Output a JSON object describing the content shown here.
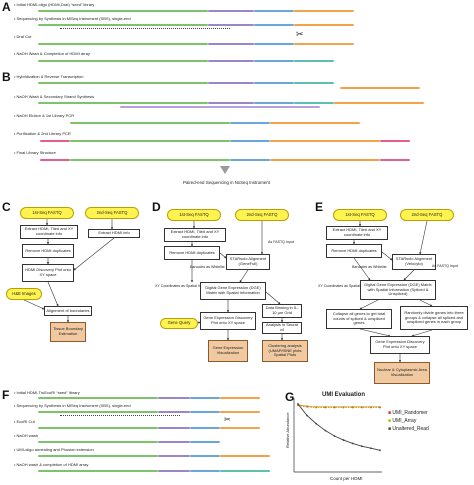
{
  "panels": {
    "A": {
      "letter": "A",
      "steps": [
        "Initial HDMI-oligo (HDMI-DraI) “seed” library",
        "Sequencing by Synthesis in MiSeq Instrument (SBS), single-end",
        "DraI Cut",
        "NaOH Wash & Completion of HDMI array"
      ]
    },
    "B": {
      "letter": "B",
      "steps": [
        "Hybridization & Reverse Transcription",
        "NaOH Wash & Secondary Strand Synthesis",
        "NaOH Elution & 1st Library PCR",
        "Purification & 2nd Library PCR",
        "Final Library Structure"
      ],
      "footer": "Paired-end Sequencing in NxSeq Instrument"
    },
    "C": {
      "letter": "C",
      "fastq1": "1st-Seq FASTQ",
      "fastq2": "2nd-Seq FASTQ",
      "extract_left": "Extract HDMI, Tile# and XY coordinate info",
      "extract_right": "Extract HDMI info",
      "remove_dup": "Remove HDMI duplicates",
      "discovery": "HDMI Discovery Plot onto XY space",
      "he_images": "H&E Images",
      "alignment": "Alignment of boundaries",
      "estimation": "Tissue Boundary Estimation"
    },
    "D": {
      "letter": "D",
      "fastq1": "1st-Seq FASTQ",
      "fastq2": "2nd-Seq FASTQ",
      "extract_left": "Extract HDMI, Tile# and XY coordinate info",
      "remove_dup": "Remove HDMI duplicates",
      "starsolo": "STARsolo Alignment (GeneFull)",
      "barcodes_lbl": "Barcodes as Whitelist",
      "as_fastq_lbl": "As FASTQ Input",
      "xy_lbl": "XY Coordinates as Spatial Information",
      "dge": "Digital Gene Expression (DGE) Matrix with Spatial Information",
      "binning": "Data Binning in 5–10 µm Grid",
      "seurat": "Analysis in Seurat v4",
      "gene_query": "Gene Query",
      "gene_plot": "Gene Expression Discovery Plot onto XY space",
      "clustering": "Clustering analysis (UMAP/tSNE plots Spatial Plots",
      "visualization": "Gene Expression Visualization"
    },
    "E": {
      "letter": "E",
      "fastq1": "1st-Seq FASTQ",
      "fastq2": "2nd-Seq FASTQ",
      "extract_left": "Extract HDMI, Tile# and XY coordinate info",
      "remove_dup": "Remove HDMI duplicates",
      "starsolo": "STARsolo Alignment (Velocyto)",
      "barcodes_lbl": "Barcodes as Whitelist",
      "as_fastq_lbl": "As FASTQ Input",
      "xy_lbl": "XY Coordinates as Spatial Information",
      "dge": "Digital Gene Expression (DGE) Matrix with Spatial Information (Spliced & Unspliced)",
      "collapse": "Collapse all genes to get total counts of spliced & unspliced genes",
      "randomly": "Randomly divide genes into three groups & collapse all spliced and unspliced genes in each group",
      "gene_plot": "Gene Expression Discovery Plot onto XY space",
      "visualization": "Nuclear & Cytoplasmic Area Visualization"
    },
    "F": {
      "letter": "F",
      "steps": [
        "Initial HDMI-TruEcoRI “seed” library",
        "Sequencing by Synthesis in MiSeq Instrument (SBS), single-end",
        "EcoRI Cut",
        "NaOH wash",
        "UMI-oligo annealing and Phusion extension",
        "NaOH wash & completion of HDMI array"
      ]
    },
    "G": {
      "letter": "G",
      "chart_data": {
        "type": "line",
        "title": "UMI Evaluation",
        "xlabel": "Count per HDMI",
        "ylabel": "Relative Abundance",
        "series": [
          {
            "name": "UMI_Randomer",
            "color": "#d62728",
            "values": [
              0.95,
              0.93,
              0.92,
              0.92,
              0.92,
              0.92,
              0.92,
              0.92,
              0.92,
              0.92
            ]
          },
          {
            "name": "UMI_Array",
            "color": "#b8b800",
            "values": [
              0.96,
              0.94,
              0.93,
              0.93,
              0.93,
              0.93,
              0.93,
              0.93,
              0.93,
              0.93
            ]
          },
          {
            "name": "Unaltered_Read",
            "color": "#404040",
            "values": [
              0.97,
              0.8,
              0.68,
              0.58,
              0.5,
              0.44,
              0.39,
              0.35,
              0.32,
              0.29
            ]
          }
        ]
      }
    }
  },
  "colors": {
    "yellow": "#fff44f",
    "orange": "#f1c9a0",
    "strip_green": "#7cc36b",
    "strip_purple": "#9a86c8",
    "strip_blue": "#6aa6d8",
    "strip_orange": "#f3a24b",
    "strip_teal": "#5cc0b0"
  },
  "icons": [
    "scissors-icon"
  ]
}
